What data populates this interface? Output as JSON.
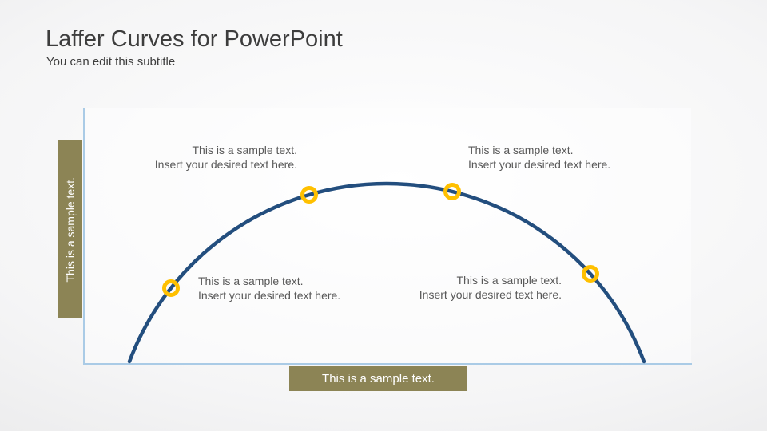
{
  "slide": {
    "title": "Laffer Curves for PowerPoint",
    "subtitle": "You can edit this subtitle"
  },
  "diagram": {
    "y_axis_label": "This is a sample text.",
    "x_axis_label": "This is a sample text.",
    "callouts": [
      {
        "position": "top-left",
        "line1": "This is a sample text.",
        "line2": "Insert your desired text here."
      },
      {
        "position": "top-right",
        "line1": "This is a sample text.",
        "line2": "Insert your desired text here."
      },
      {
        "position": "bottom-left",
        "line1": "This is a sample text.",
        "line2": "Insert your desired text here."
      },
      {
        "position": "bottom-right",
        "line1": "This is a sample text.",
        "line2": "Insert your desired text here."
      }
    ],
    "colors": {
      "curve": "#234e7e",
      "marker_ring": "#ffc000",
      "axis_line": "#aacbe6",
      "label_bar_bg": "#8c8455",
      "label_bar_text": "#ffffff",
      "callout_text": "#595959",
      "title_text": "#3d3d3d"
    }
  }
}
